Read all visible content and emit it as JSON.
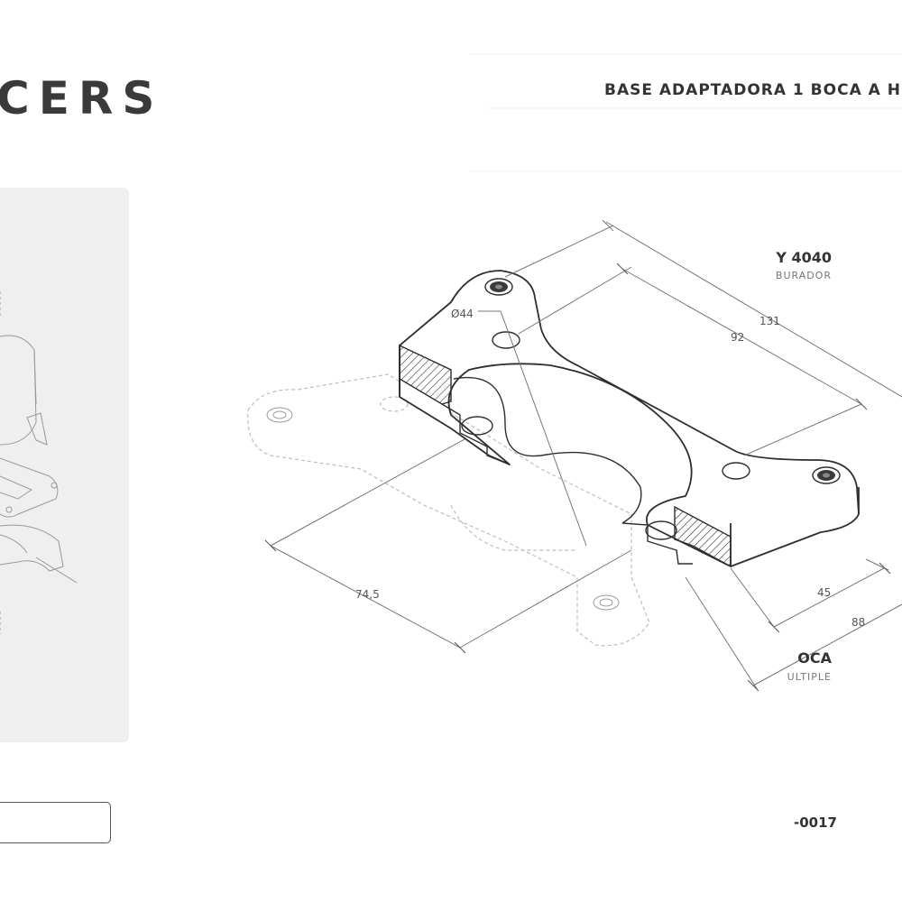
{
  "header": {
    "brand": "CERS",
    "title": "BASE ADAPTADORA 1 BOCA A H"
  },
  "sidebar": {
    "top_title": "Y 4040",
    "top_subtitle": "BURADOR",
    "bottom_title": "OCA",
    "bottom_subtitle": "ULTIPLE"
  },
  "footer": {
    "code": "-0017"
  },
  "drawing": {
    "dimensions": {
      "d131": "131",
      "d92": "92",
      "d44": "Ø44",
      "d74_5": "74,5",
      "d45": "45",
      "d88": "88"
    }
  }
}
